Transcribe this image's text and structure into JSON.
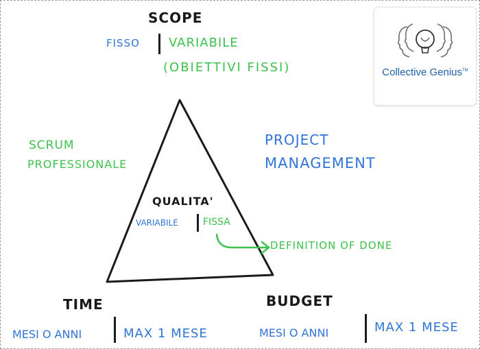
{
  "scope": {
    "title": "SCOPE",
    "fixed": "FISSO",
    "variable": "VARIABILE",
    "note": "(OBIETTIVI FISSI)"
  },
  "left_label": {
    "line1": "SCRUM",
    "line2": "PROFESSIONALE"
  },
  "right_label": {
    "line1": "PROJECT",
    "line2": "MANAGEMENT"
  },
  "quality": {
    "title": "QUALITA'",
    "variable": "VARIABILE",
    "fixed": "FISSA",
    "arrow_note": "DEFINITION OF DONE"
  },
  "time": {
    "title": "TIME",
    "variable": "MESI O ANNI",
    "fixed": "MAX 1 MESE"
  },
  "budget": {
    "title": "BUDGET",
    "variable": "MESI O ANNI",
    "fixed": "MAX 1 MESE"
  },
  "logo": {
    "name": "Collective Genius",
    "mark": "TM",
    "icon": "faces-lightbulb-icon"
  },
  "colors": {
    "ink": "#1a1a1a",
    "green": "#3cc24a",
    "blue": "#2f74d8",
    "brand": "#1d5fa8"
  }
}
